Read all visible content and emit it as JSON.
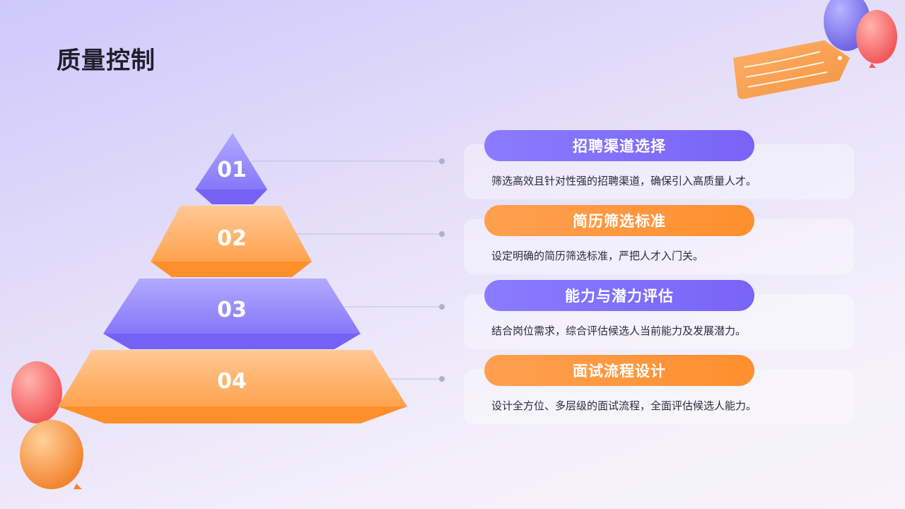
{
  "title": "质量控制",
  "pyramid": [
    {
      "num": "01"
    },
    {
      "num": "02"
    },
    {
      "num": "03"
    },
    {
      "num": "04"
    }
  ],
  "items": [
    {
      "heading": "招聘渠道选择",
      "desc": "筛选高效且针对性强的招聘渠道，确保引入高质量人才。",
      "color": "purple"
    },
    {
      "heading": "简历筛选标准",
      "desc": "设定明确的简历筛选标准，严把人才入门关。",
      "color": "orange"
    },
    {
      "heading": "能力与潜力评估",
      "desc": "结合岗位需求，综合评估候选人当前能力及发展潜力。",
      "color": "purple"
    },
    {
      "heading": "面试流程设计",
      "desc": "设计全方位、多层级的面试流程，全面评估候选人能力。",
      "color": "orange"
    }
  ],
  "colors": {
    "purple": "#7b68f8",
    "orange": "#ff922f",
    "title": "#1f1f2e"
  }
}
